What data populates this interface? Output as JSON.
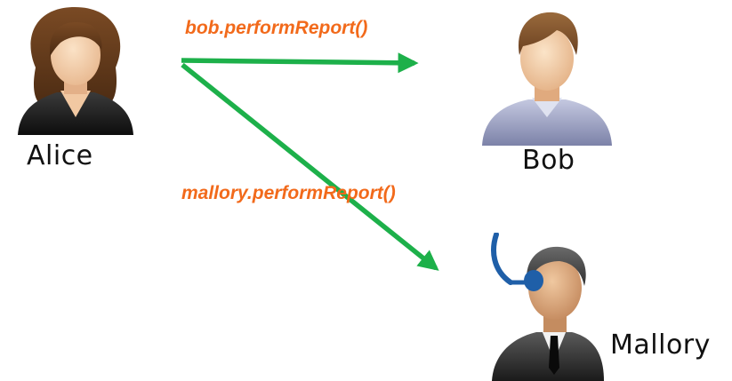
{
  "actors": {
    "alice": {
      "label": "Alice"
    },
    "bob": {
      "label": "Bob"
    },
    "mallory": {
      "label": "Mallory"
    }
  },
  "messages": [
    {
      "from": "Alice",
      "to": "Bob",
      "label": "bob.performReport()"
    },
    {
      "from": "Alice",
      "to": "Mallory",
      "label": "mallory.performReport()"
    }
  ],
  "colors": {
    "arrow": "#1db04a",
    "call_text": "#f26a1b",
    "headset": "#1f5fa8"
  },
  "icons": [
    "alice-avatar-icon",
    "bob-avatar-icon",
    "mallory-avatar-icon",
    "headset-icon"
  ]
}
